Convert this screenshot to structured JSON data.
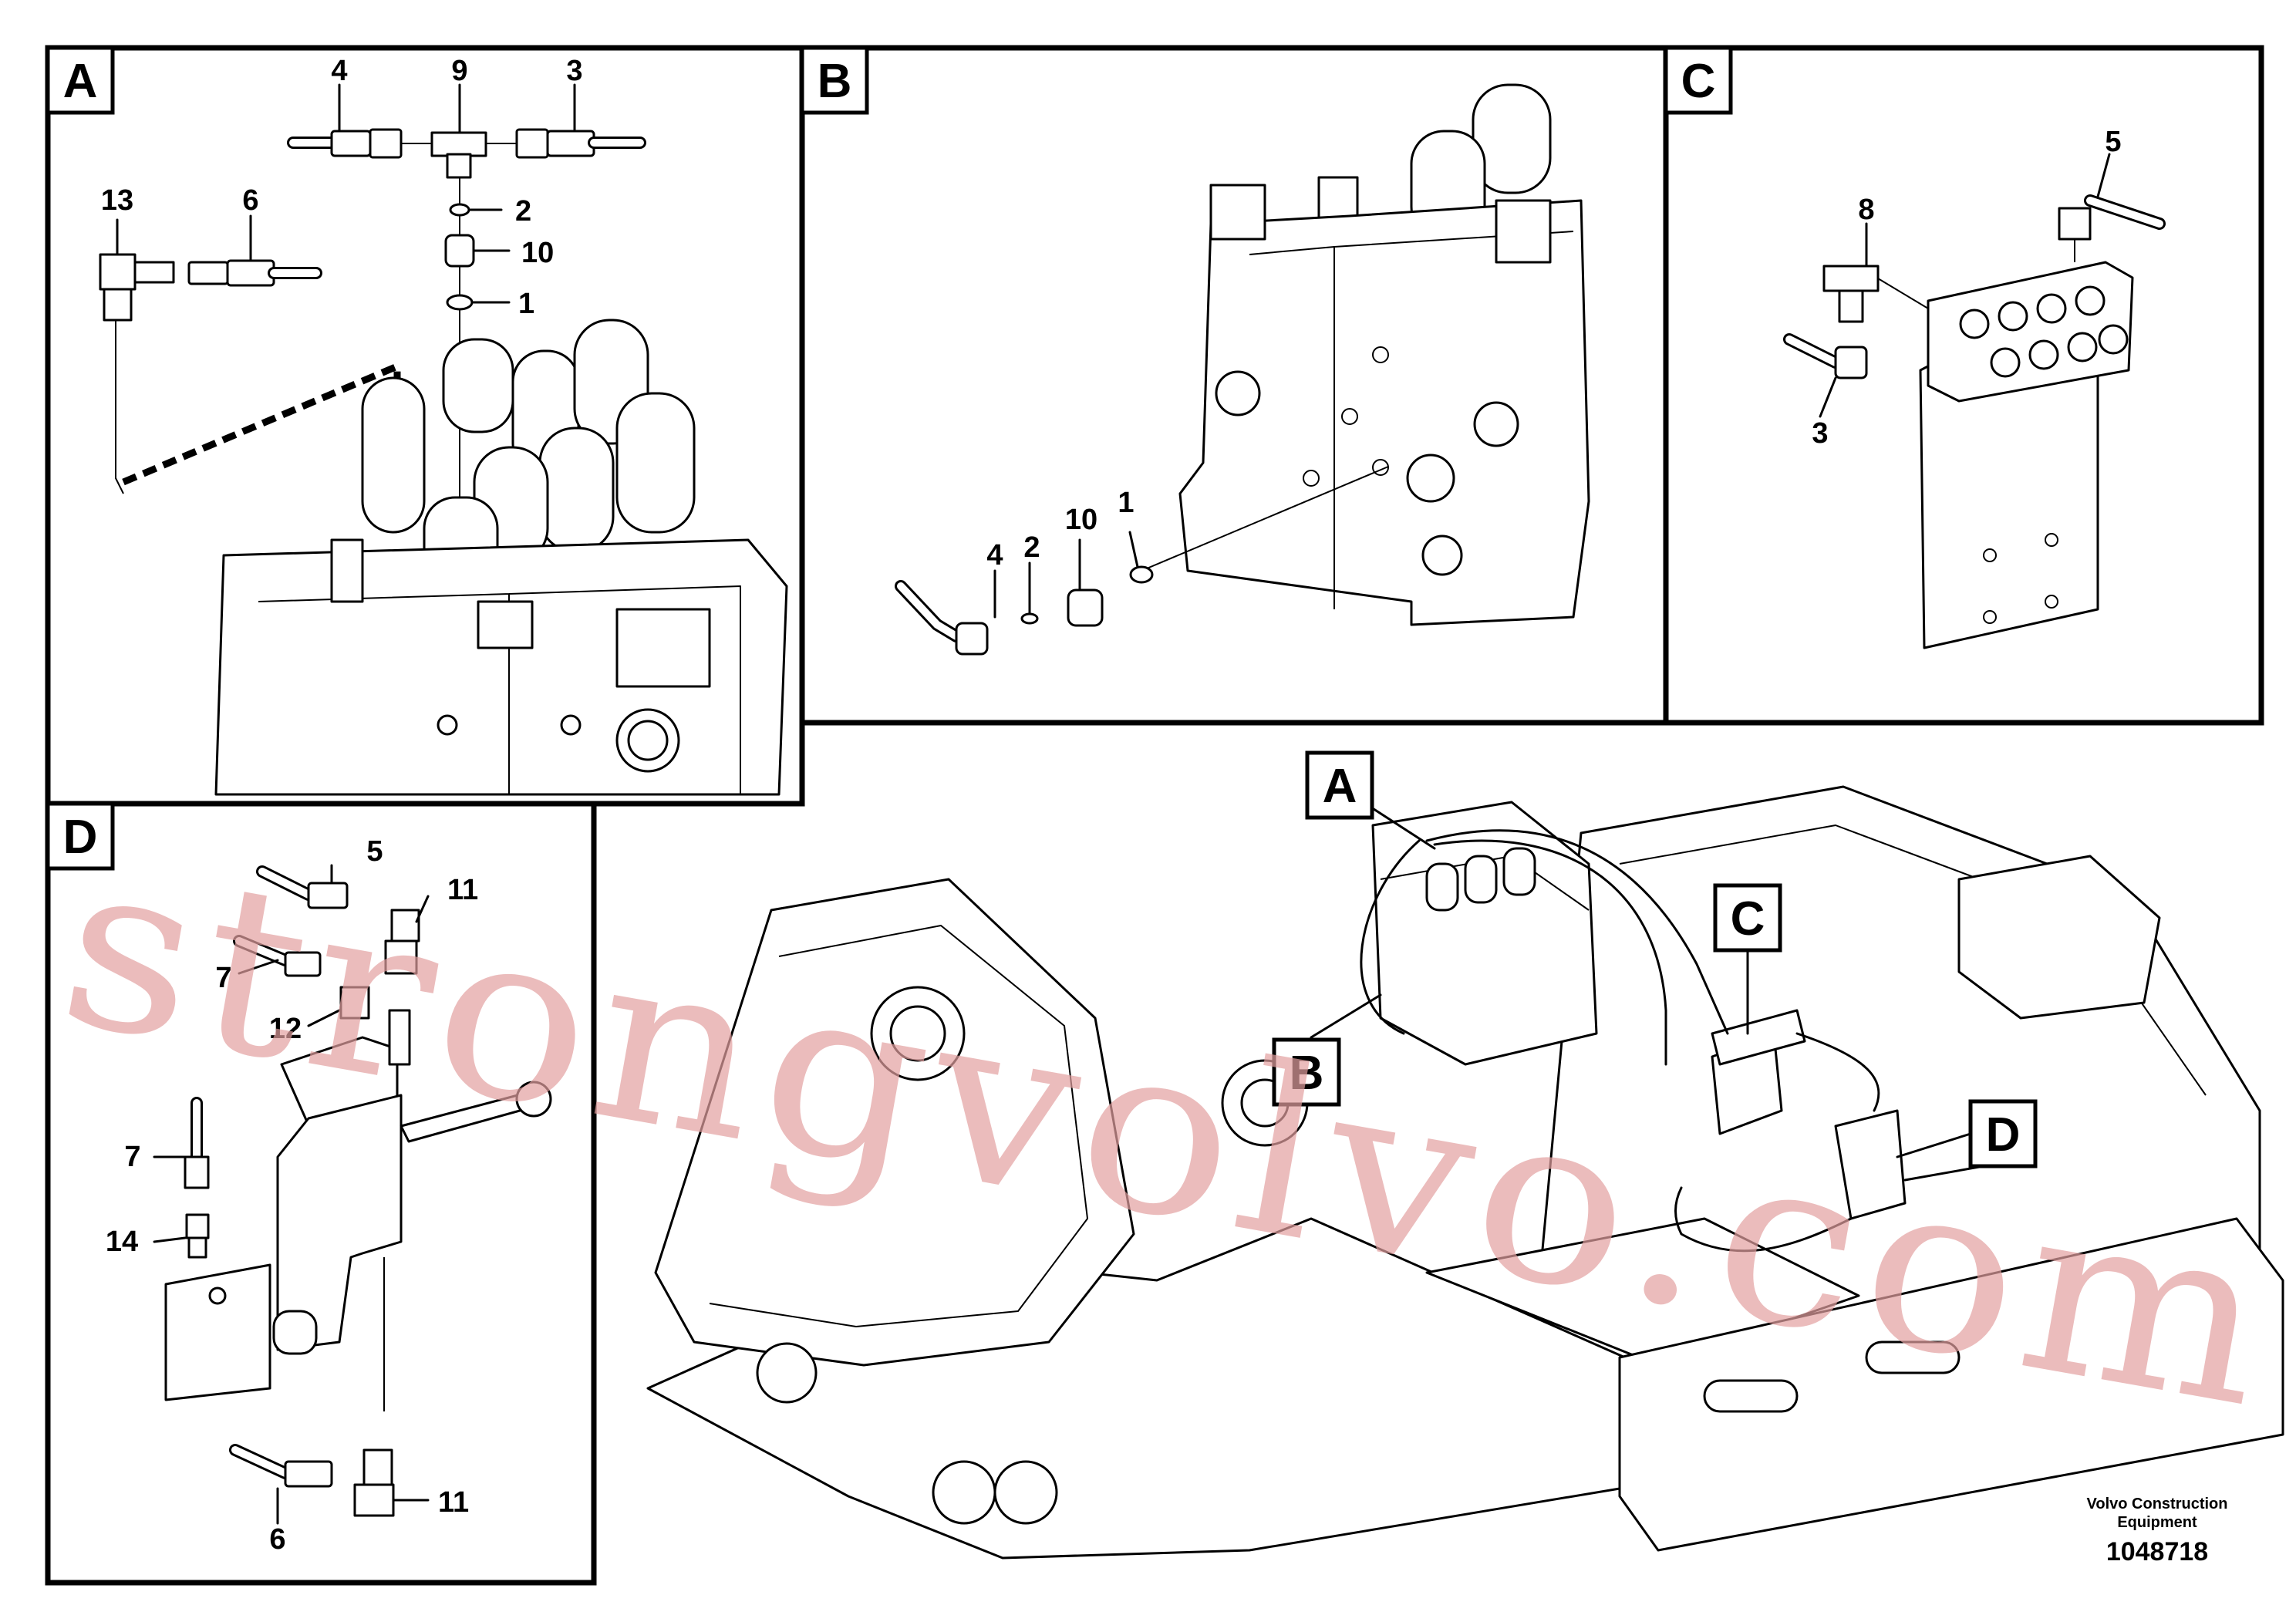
{
  "panels": {
    "A": {
      "tag": "A",
      "callouts": {
        "c4": "4",
        "c9": "9",
        "c3": "3",
        "c13": "13",
        "c6": "6",
        "c2": "2",
        "c10": "10",
        "c1": "1"
      }
    },
    "B": {
      "tag": "B",
      "callouts": {
        "c4": "4",
        "c2": "2",
        "c10": "10",
        "c1": "1"
      }
    },
    "C": {
      "tag": "C",
      "callouts": {
        "c5": "5",
        "c8": "8",
        "c3": "3"
      }
    },
    "D": {
      "tag": "D",
      "callouts": {
        "c5": "5",
        "c11a": "11",
        "c7a": "7",
        "c12": "12",
        "c7b": "7",
        "c14": "14",
        "c6": "6",
        "c11b": "11"
      }
    }
  },
  "overview": {
    "tags": {
      "A": "A",
      "B": "B",
      "C": "C",
      "D": "D"
    }
  },
  "watermark": "strongvolvo.com",
  "footer": {
    "company_line1": "Volvo Construction",
    "company_line2": "Equipment",
    "drawing_number": "1048718"
  }
}
